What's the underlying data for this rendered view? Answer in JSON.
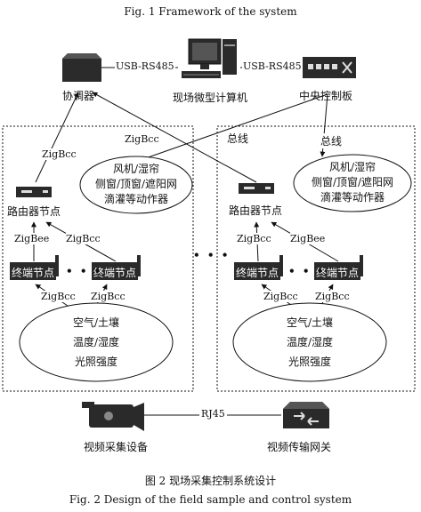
{
  "fig1_caption": "Fig. 1    Framework of the system",
  "top": {
    "coordinator": "协调器",
    "computer": "现场微型计算机",
    "control_board": "中央控制板",
    "link_left": "USB-RS485",
    "link_right": "USB-RS485"
  },
  "zigbee_top_left": "ZigBcc",
  "zigbee_top_right": "ZigBcc",
  "bus_left": "总线",
  "bus_right": "总线",
  "left_panel": {
    "router": "路由器节点",
    "actuator_lines": [
      "风机/湿帘",
      "侧窗/顶窗/遮阳网",
      "滴灌等动作器"
    ],
    "zigbee_labels": [
      "ZigBee",
      "ZigBcc",
      "ZigBcc",
      "ZigBcc"
    ],
    "terminal": "终端节点",
    "sensor_lines": [
      "空气/土壤",
      "温度/湿度",
      "光照强度"
    ]
  },
  "right_panel": {
    "router": "路由器节点",
    "actuator_lines": [
      "风机/湿帘",
      "侧窗/顶窗/遮阳网",
      "滴灌等动作器"
    ],
    "zigbee_labels": [
      "ZigBcc",
      "ZigBee",
      "ZigBcc",
      "ZigBcc"
    ],
    "terminal": "终端节点",
    "sensor_lines": [
      "空气/土壤",
      "温度/湿度",
      "光照强度"
    ]
  },
  "ellipsis_dots": "• • •",
  "bottom": {
    "video_capture": "视频采集设备",
    "video_gateway": "视频传输网关",
    "link": "RJ45"
  },
  "fig2_caption_cn": "图 2    现场采集控制系统设计",
  "fig2_caption_en": "Fig. 2    Design of the field sample and control system"
}
